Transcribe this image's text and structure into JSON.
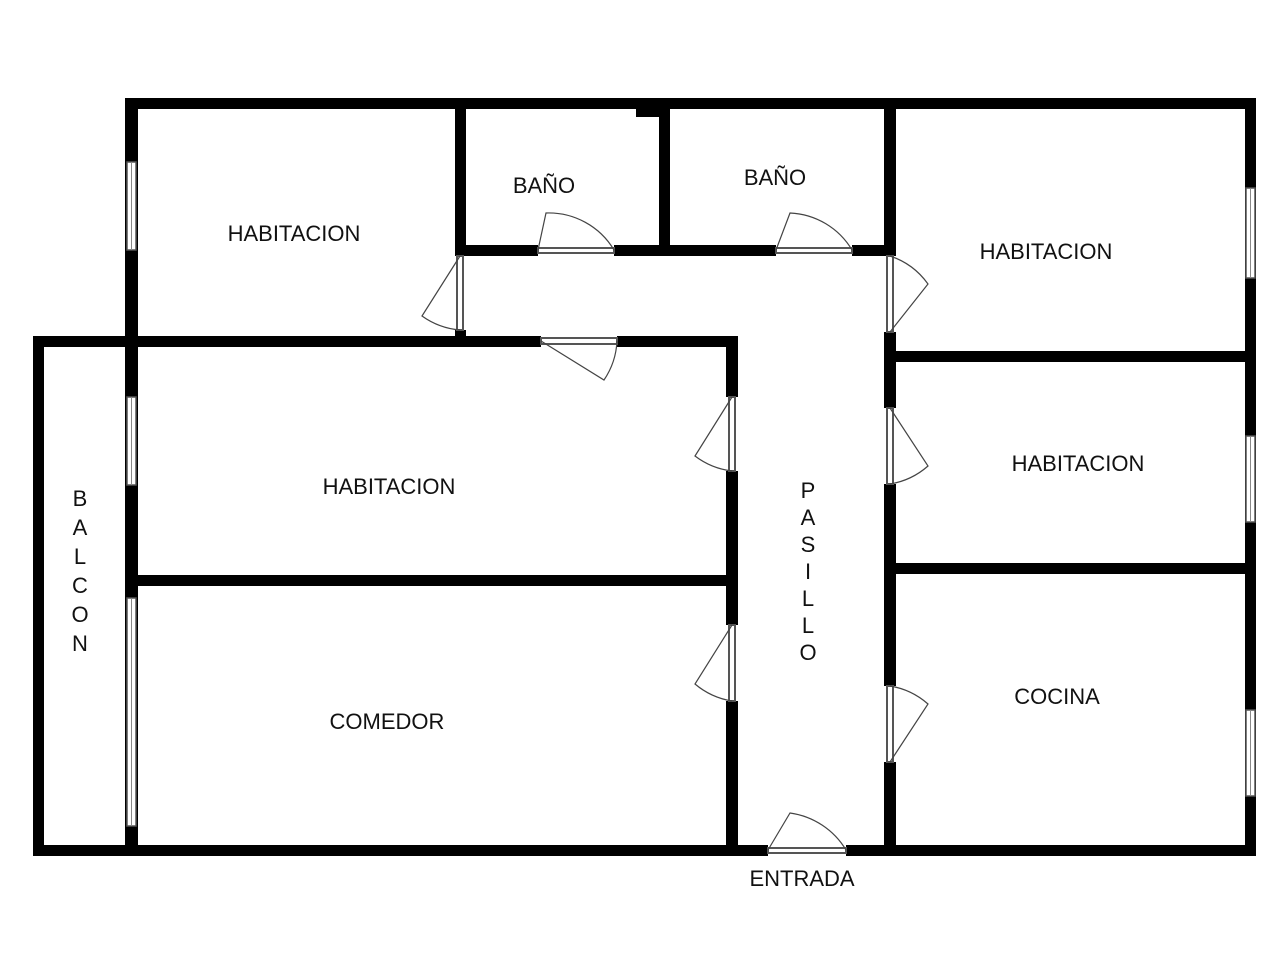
{
  "plan": {
    "rooms": {
      "habitacion_nw": "HABITACION",
      "bano_1": "BAÑO",
      "bano_2": "BAÑO",
      "habitacion_ne": "HABITACION",
      "habitacion_mid_left": "HABITACION",
      "habitacion_mid_right": "HABITACION",
      "comedor": "COMEDOR",
      "cocina": "COCINA",
      "balcon": "BALCON",
      "pasillo": "PASILLO"
    },
    "entrada": "ENTRADA",
    "colors": {
      "wall": "#000000",
      "background": "#ffffff",
      "window": "#888888"
    }
  }
}
